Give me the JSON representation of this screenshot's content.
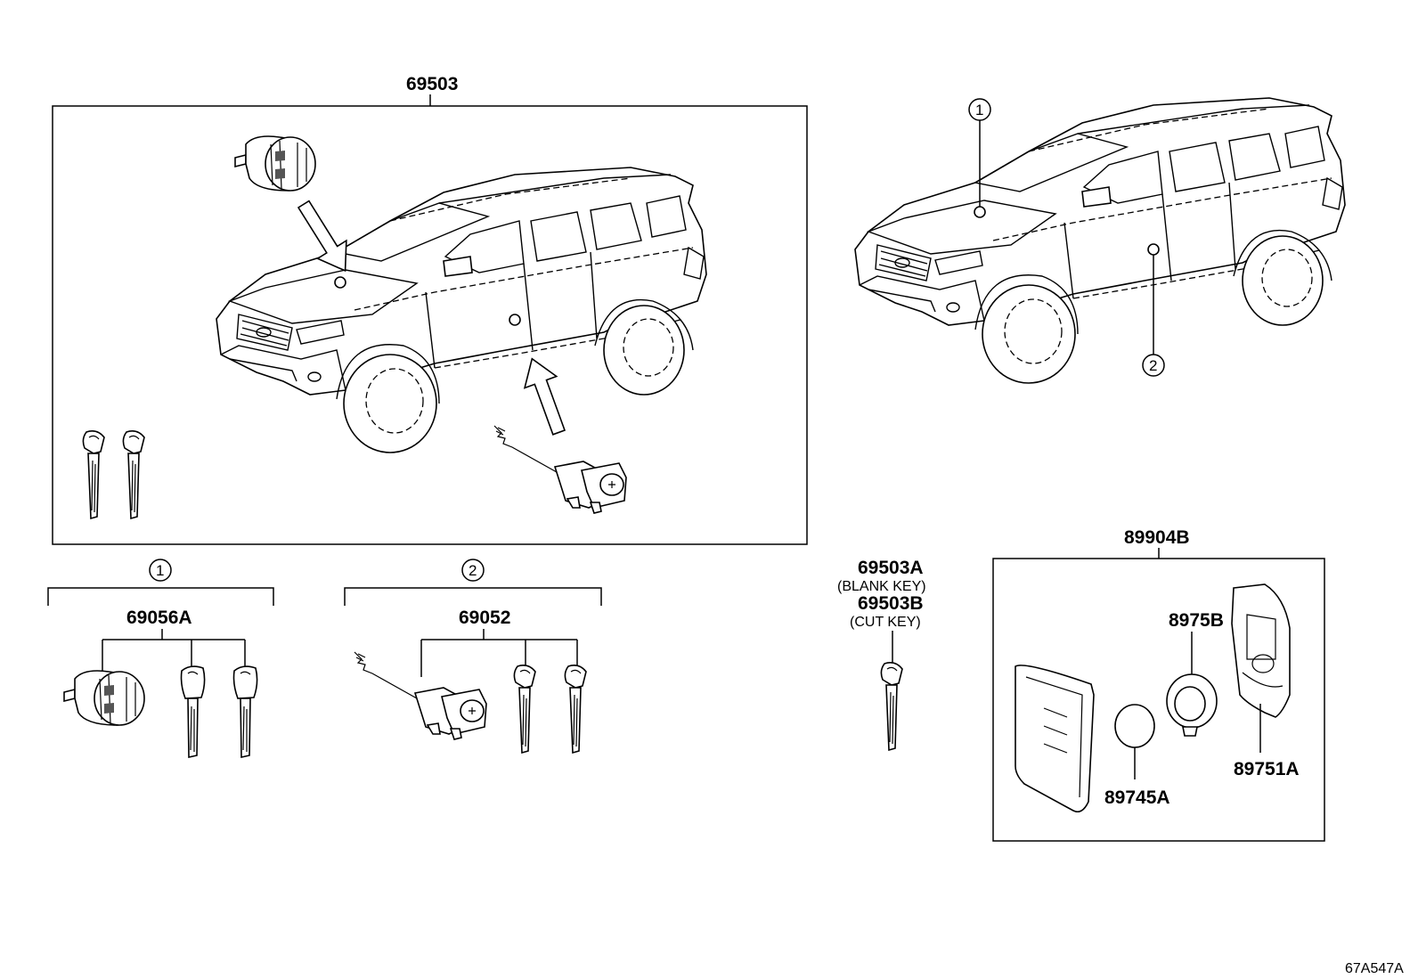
{
  "diagram_id": "67A547A",
  "assemblies": {
    "main_set": "69503",
    "group_1": {
      "marker": "1",
      "part": "69056A"
    },
    "group_2": {
      "marker": "2",
      "part": "69052"
    },
    "key": {
      "blank_part": "69503A",
      "blank_note": "(BLANK KEY)",
      "cut_part": "69503B",
      "cut_note": "(CUT KEY)"
    },
    "transmitter": {
      "part": "89904B",
      "components": [
        "8975B",
        "89745A",
        "89751A"
      ]
    }
  },
  "location_markers": [
    "1",
    "2"
  ]
}
